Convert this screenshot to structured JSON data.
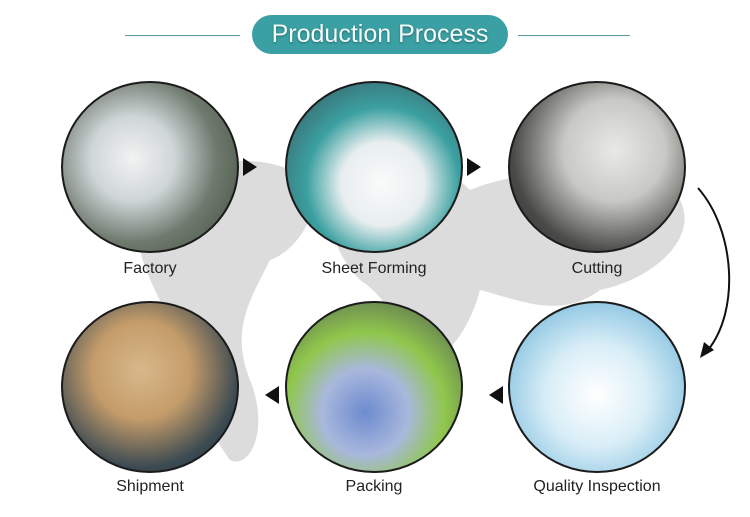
{
  "title": "Production Process",
  "steps": [
    {
      "label": "Factory"
    },
    {
      "label": "Sheet Forming"
    },
    {
      "label": "Cutting"
    },
    {
      "label": "Quality Inspection"
    },
    {
      "label": "Packing"
    },
    {
      "label": "Shipment"
    }
  ],
  "colors": {
    "accent": "#3aa0a3",
    "line": "#5b9aa3",
    "map": "#d9d9d9"
  }
}
